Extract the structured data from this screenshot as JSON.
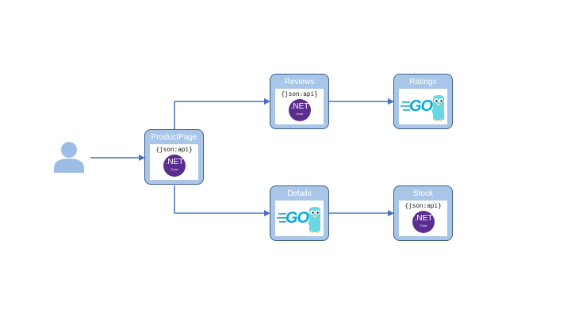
{
  "colors": {
    "box_fill": "#a9c5e8",
    "box_border": "#3e5e8a",
    "arrow": "#4472c4",
    "user_icon": "#9dbde4",
    "dotnet_purple": "#5c2d91",
    "go_blue": "#00add8"
  },
  "nodes": {
    "productpage": {
      "title": "ProductPage",
      "logo": "dotnet-jsonapi-logo"
    },
    "reviews": {
      "title": "Reviews",
      "logo": "dotnet-jsonapi-logo"
    },
    "ratings": {
      "title": "Ratings",
      "logo": "go-gopher-logo"
    },
    "details": {
      "title": "Details",
      "logo": "go-gopher-logo"
    },
    "stock": {
      "title": "Stock",
      "logo": "dotnet-jsonapi-logo"
    }
  },
  "logos": {
    "jsonapi_text": "{json:api}",
    "net_text": ".NET",
    "net_core_text": "Core",
    "go_text": "GO"
  },
  "edges": [
    {
      "from": "user",
      "to": "productpage"
    },
    {
      "from": "productpage",
      "to": "reviews"
    },
    {
      "from": "productpage",
      "to": "details"
    },
    {
      "from": "reviews",
      "to": "ratings"
    },
    {
      "from": "details",
      "to": "stock"
    }
  ]
}
